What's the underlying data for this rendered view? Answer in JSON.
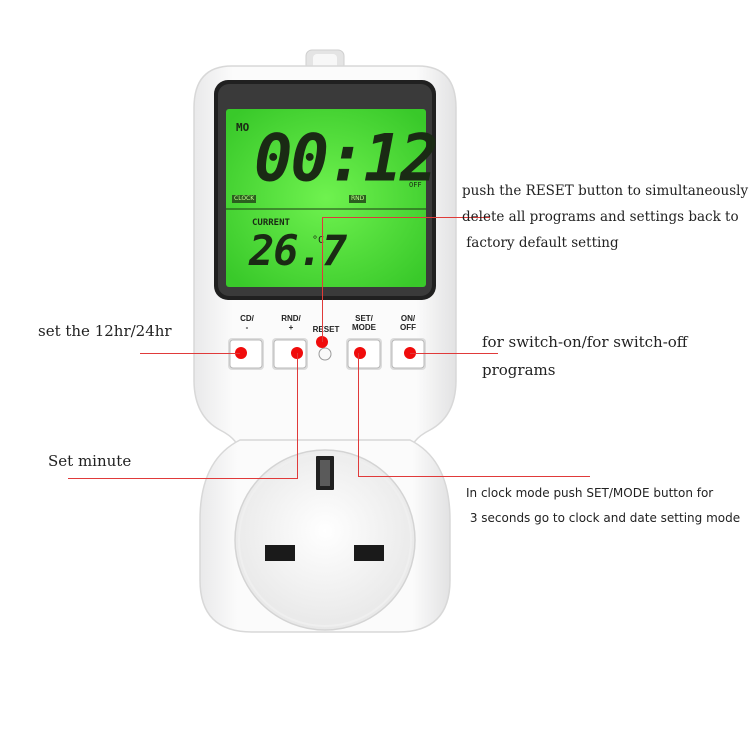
{
  "lcd": {
    "day": "MO",
    "time": "00:12",
    "off_indicator": "OFF",
    "clock_tag": "CLOCK",
    "rnd_tag": "RND",
    "current_label": "CURRENT",
    "temperature": "26.7",
    "temperature_unit": "°C"
  },
  "buttons": {
    "cd": "CD/\n-",
    "rnd": "RND/\n+",
    "reset": "RESET",
    "set_mode": "SET/\nMODE",
    "on_off": "ON/\nOFF"
  },
  "annotations": {
    "reset_note": "push the RESET button to simultaneously\ndelete all programs and settings back to\n factory default setting",
    "hr_note": "set the 12hr/24hr",
    "on_off_note": "for switch-on/for switch-off\nprograms",
    "minute_note": "Set minute",
    "set_mode_note": "In clock mode push SET/MODE button for\n 3 seconds go to clock and date setting mode"
  },
  "colors": {
    "lcd_green": "#55e83c",
    "annotation_red": "#f00c0c",
    "device_white": "#ffffff"
  }
}
